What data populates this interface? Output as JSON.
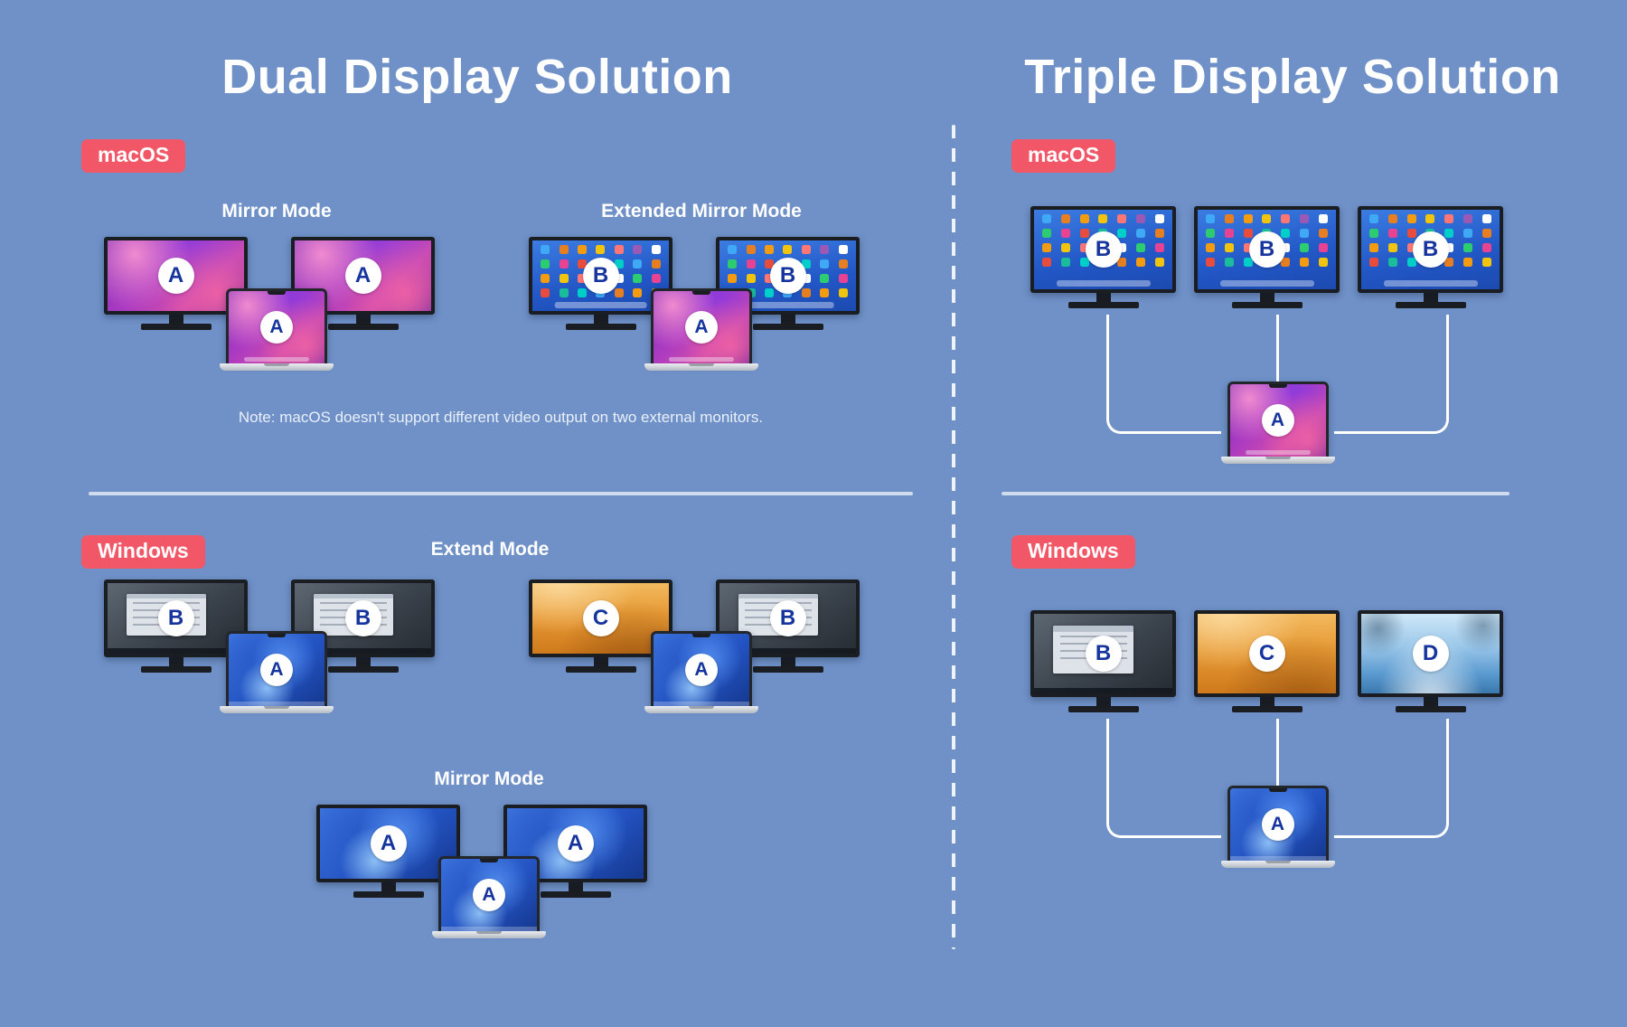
{
  "colors": {
    "background": "#6F91C8",
    "badge": "#F25767",
    "letter": "#16349D",
    "title": "#FFFFFF"
  },
  "left": {
    "title": "Dual Display Solution",
    "macos": {
      "badge": "macOS",
      "clusters": [
        {
          "label": "Mirror Mode",
          "monitors": [
            {
              "wallpaper": "monterey",
              "letter": "A"
            },
            {
              "wallpaper": "monterey",
              "letter": "A"
            }
          ],
          "laptop": {
            "wallpaper": "monterey",
            "letter": "A"
          }
        },
        {
          "label": "Extended Mirror Mode",
          "monitors": [
            {
              "wallpaper": "macos-desktop",
              "letter": "B"
            },
            {
              "wallpaper": "macos-desktop",
              "letter": "B"
            }
          ],
          "laptop": {
            "wallpaper": "monterey",
            "letter": "A"
          }
        }
      ],
      "note": "Note: macOS doesn't support different video output on two external monitors."
    },
    "windows": {
      "badge": "Windows",
      "extend_mode_label": "Extend Mode",
      "clusters": [
        {
          "label": "",
          "monitors": [
            {
              "wallpaper": "win-dark",
              "letter": "B"
            },
            {
              "wallpaper": "win-dark",
              "letter": "B"
            }
          ],
          "laptop": {
            "wallpaper": "win11",
            "letter": "A"
          }
        },
        {
          "label": "",
          "monitors": [
            {
              "wallpaper": "desert",
              "letter": "C"
            },
            {
              "wallpaper": "win-dark",
              "letter": "B"
            }
          ],
          "laptop": {
            "wallpaper": "win11",
            "letter": "A"
          }
        },
        {
          "label": "Mirror Mode",
          "monitors": [
            {
              "wallpaper": "win11",
              "letter": "A"
            },
            {
              "wallpaper": "win11",
              "letter": "A"
            }
          ],
          "laptop": {
            "wallpaper": "win11",
            "letter": "A"
          }
        }
      ]
    }
  },
  "right": {
    "title": "Triple Display Solution",
    "macos": {
      "badge": "macOS",
      "cluster": {
        "label": "",
        "monitors": [
          {
            "wallpaper": "macos-desktop",
            "letter": "B"
          },
          {
            "wallpaper": "macos-desktop",
            "letter": "B"
          },
          {
            "wallpaper": "macos-desktop",
            "letter": "B"
          }
        ],
        "laptop": {
          "wallpaper": "monterey",
          "letter": "A"
        }
      }
    },
    "windows": {
      "badge": "Windows",
      "cluster": {
        "label": "",
        "monitors": [
          {
            "wallpaper": "win-dark",
            "letter": "B"
          },
          {
            "wallpaper": "desert",
            "letter": "C"
          },
          {
            "wallpaper": "ice",
            "letter": "D"
          }
        ],
        "laptop": {
          "wallpaper": "win11",
          "letter": "A"
        }
      }
    }
  }
}
